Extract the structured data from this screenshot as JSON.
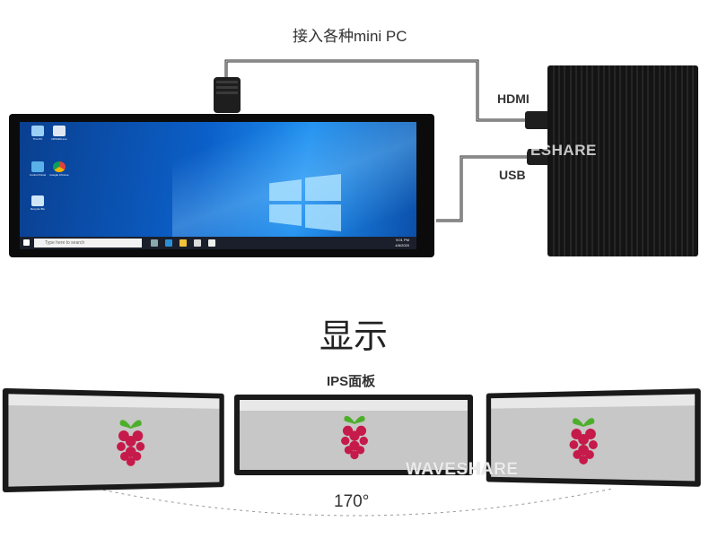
{
  "top_caption": "接入各种mini PC",
  "labels": {
    "hdmi": "HDMI",
    "usb": "USB"
  },
  "watermarks": {
    "top": "WAVESHARE",
    "bottom": "WAVESHARE"
  },
  "section_title": "显示",
  "panel_caption": "IPS面板",
  "angle_label": "170°",
  "windows": {
    "search_placeholder": "Type here to search",
    "clock_time": "9:01 PM",
    "clock_date": "4/6/2020",
    "desktop_icons": [
      "This PC",
      "DRIVER.exe",
      "Control Panel",
      "Google Chrome",
      "Recycle Bin"
    ]
  },
  "colors": {
    "raspberry_red": "#c51a4a",
    "leaf_green": "#4caf2a",
    "desktop_blue": "#0b5fc8"
  }
}
